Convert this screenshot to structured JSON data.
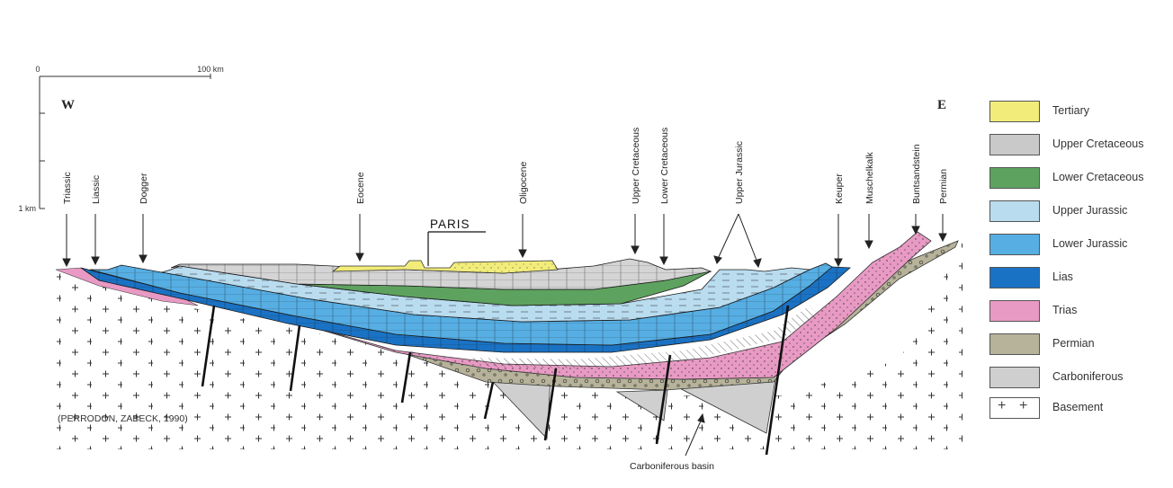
{
  "scale": {
    "start": "0",
    "end": "100 km",
    "depth": "1 km"
  },
  "directions": {
    "west": "W",
    "east": "E"
  },
  "city": "PARIS",
  "formations": [
    "Triassic",
    "Liassic",
    "Dogger",
    "Eocene",
    "Oligocene",
    "Upper Cretaceous",
    "Lower Cretaceous",
    "Upper Jurassic",
    "Keuper",
    "Muschelkalk",
    "Buntsandstein",
    "Permian"
  ],
  "basin_label": "Carboniferous basin",
  "citation": "(PERRODON, ZABECK, 1990)",
  "legend": [
    {
      "label": "Tertiary",
      "color": "#f2ec7a"
    },
    {
      "label": "Upper Cretaceous",
      "color": "#c9c9c9"
    },
    {
      "label": "Lower Cretaceous",
      "color": "#5ea25f"
    },
    {
      "label": "Upper Jurassic",
      "color": "#b9dcef"
    },
    {
      "label": "Lower Jurassic",
      "color": "#56aee3"
    },
    {
      "label": "Lias",
      "color": "#1a72c4"
    },
    {
      "label": "Trias",
      "color": "#e89ac4"
    },
    {
      "label": "Permian",
      "color": "#b6b39a"
    },
    {
      "label": "Carboniferous",
      "color": "#cfcfcf"
    },
    {
      "label": "Basement",
      "color": "#ffffff"
    }
  ]
}
